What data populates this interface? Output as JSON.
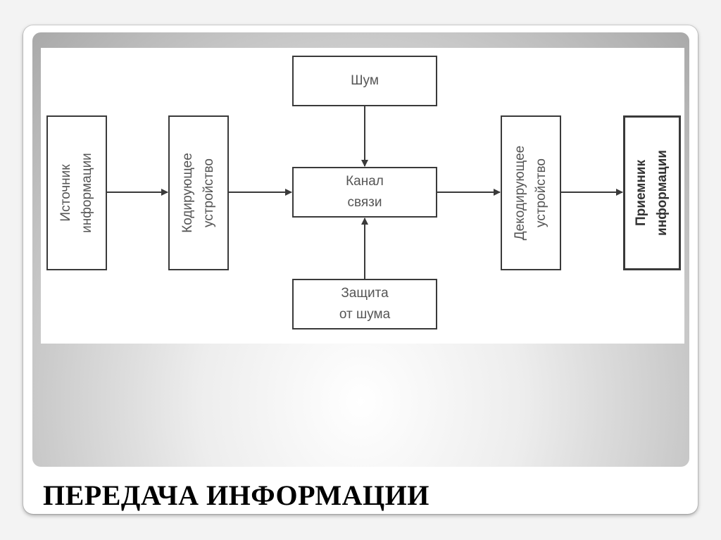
{
  "diagram": {
    "nodes": {
      "source": "Источник\nинформации",
      "encoder": "Кодирующее\nустройство",
      "noise": "Шум",
      "channel": "Канал\nсвязи",
      "protection": "Защита\nот шума",
      "decoder": "Декодирующее\nустройство",
      "receiver": "Приемник\nинформации"
    },
    "edges": [
      {
        "from": "source",
        "to": "encoder"
      },
      {
        "from": "encoder",
        "to": "channel"
      },
      {
        "from": "noise",
        "to": "channel"
      },
      {
        "from": "protection",
        "to": "channel"
      },
      {
        "from": "channel",
        "to": "decoder"
      },
      {
        "from": "decoder",
        "to": "receiver"
      }
    ]
  },
  "slide": {
    "title": "ПЕРЕДАЧА ИНФОРМАЦИИ"
  }
}
